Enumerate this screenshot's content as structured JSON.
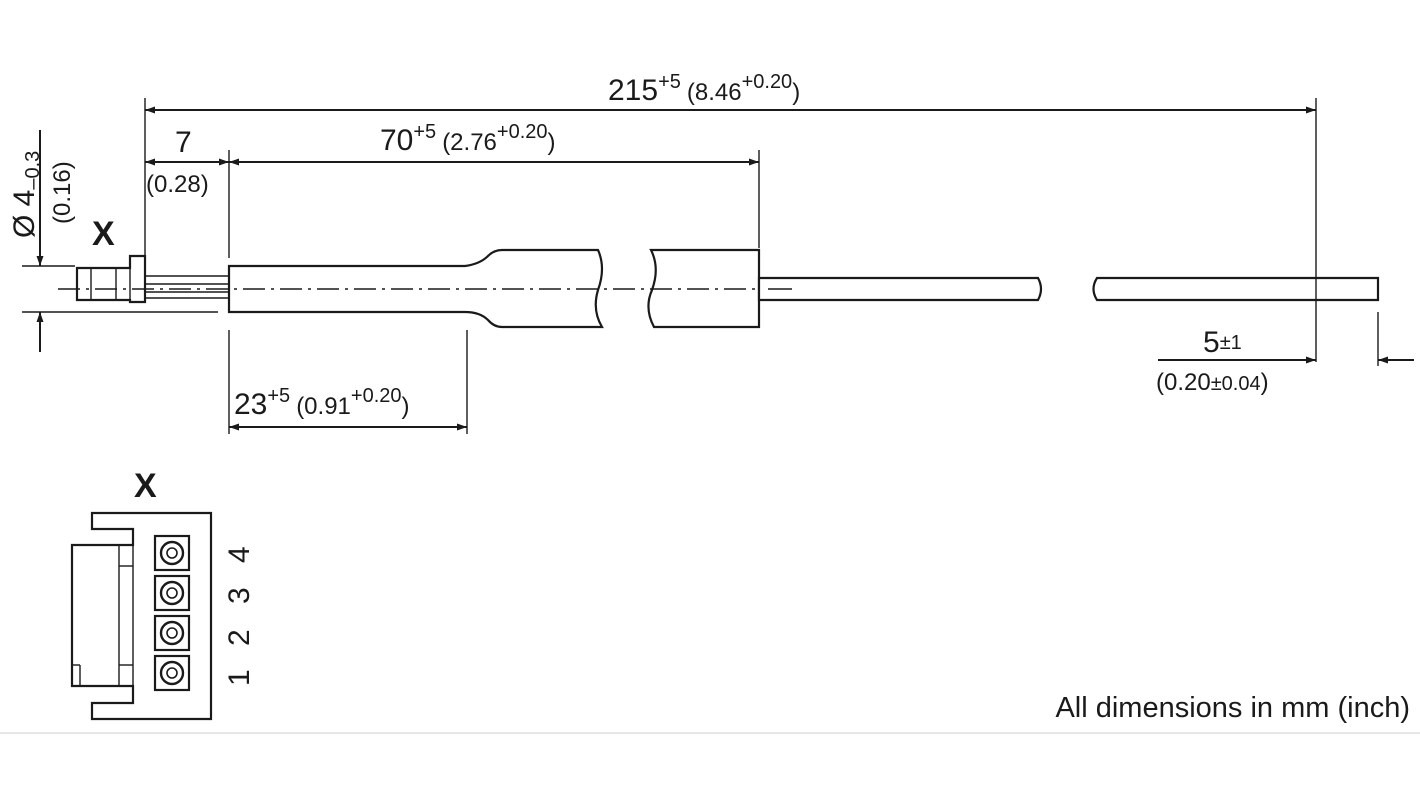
{
  "dimensions": {
    "overall": {
      "value": "215",
      "tol": "+5",
      "inch_open": "(8.46",
      "inch_tol": "+0.20",
      "inch_close": ")"
    },
    "seven": {
      "value": "7",
      "inch": "(0.28)"
    },
    "seventy": {
      "value": "70",
      "tol": "+5",
      "inch_open": "(2.76",
      "inch_tol": "+0.20",
      "inch_close": ")"
    },
    "twentythree": {
      "value": "23",
      "tol": "+5",
      "inch_open": "(0.91",
      "inch_tol": "+0.20",
      "inch_close": ")"
    },
    "five": {
      "value": "5",
      "tol": "±1",
      "inch_open": "(0.20",
      "inch_tol": "±0.04",
      "inch_close": ")"
    },
    "diameter": {
      "value": "Ø 4",
      "tol": "–0.3",
      "inch": "(0.16)"
    }
  },
  "labels": {
    "connector_mark_top": "X",
    "connector_mark_bottom": "X",
    "pins": [
      "1",
      "2",
      "3",
      "4"
    ],
    "footnote": "All dimensions in mm (inch)"
  }
}
